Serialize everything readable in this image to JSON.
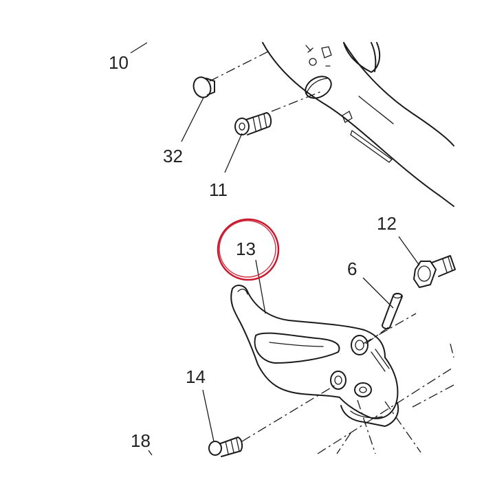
{
  "diagram": {
    "highlight_color": "#c8192e",
    "line_color": "#1a1a1a",
    "callouts": [
      {
        "id": "10",
        "label": "10"
      },
      {
        "id": "32",
        "label": "32"
      },
      {
        "id": "11",
        "label": "11"
      },
      {
        "id": "12",
        "label": "12"
      },
      {
        "id": "13",
        "label": "13",
        "highlighted": true
      },
      {
        "id": "6",
        "label": "6"
      },
      {
        "id": "14",
        "label": "14"
      },
      {
        "id": "18",
        "label": "18"
      }
    ]
  }
}
